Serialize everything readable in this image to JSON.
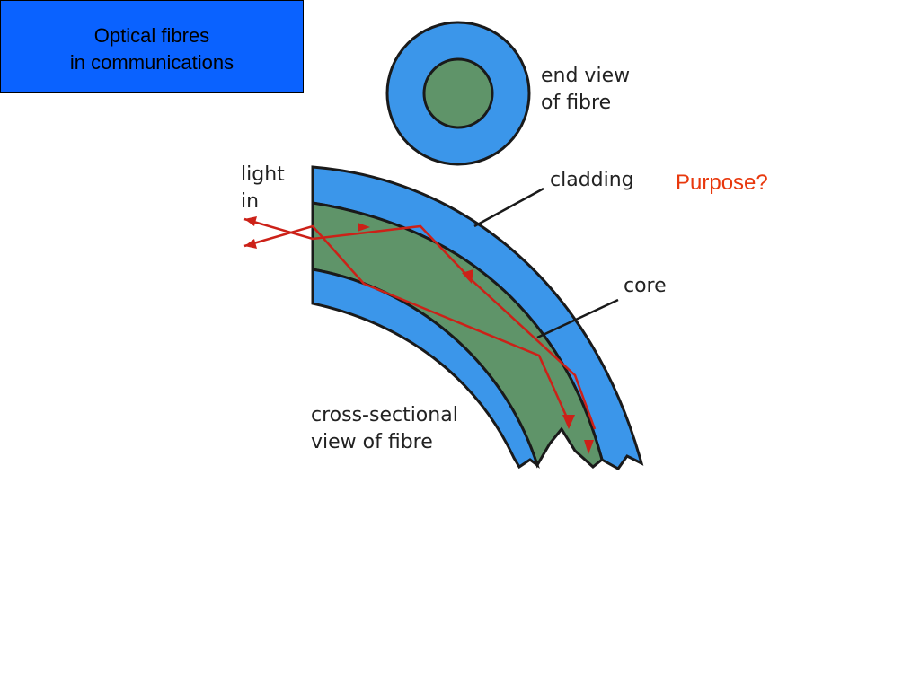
{
  "slide": {
    "title_line1": "Optical fibres",
    "title_line2": "in communications",
    "question": "Purpose?"
  },
  "diagram": {
    "label_end_view_1": "end view",
    "label_end_view_2": "of fibre",
    "label_light_1": "light",
    "label_light_2": "in",
    "label_cladding": "cladding",
    "label_core": "core",
    "label_cross_1": "cross-sectional",
    "label_cross_2": "view of fibre",
    "colors": {
      "cladding": "#3b96ea",
      "core": "#5f9469",
      "ray": "#cc2118",
      "outline": "#1a1a1a",
      "title_bg": "#0a62ff",
      "question": "#e8380d"
    }
  }
}
